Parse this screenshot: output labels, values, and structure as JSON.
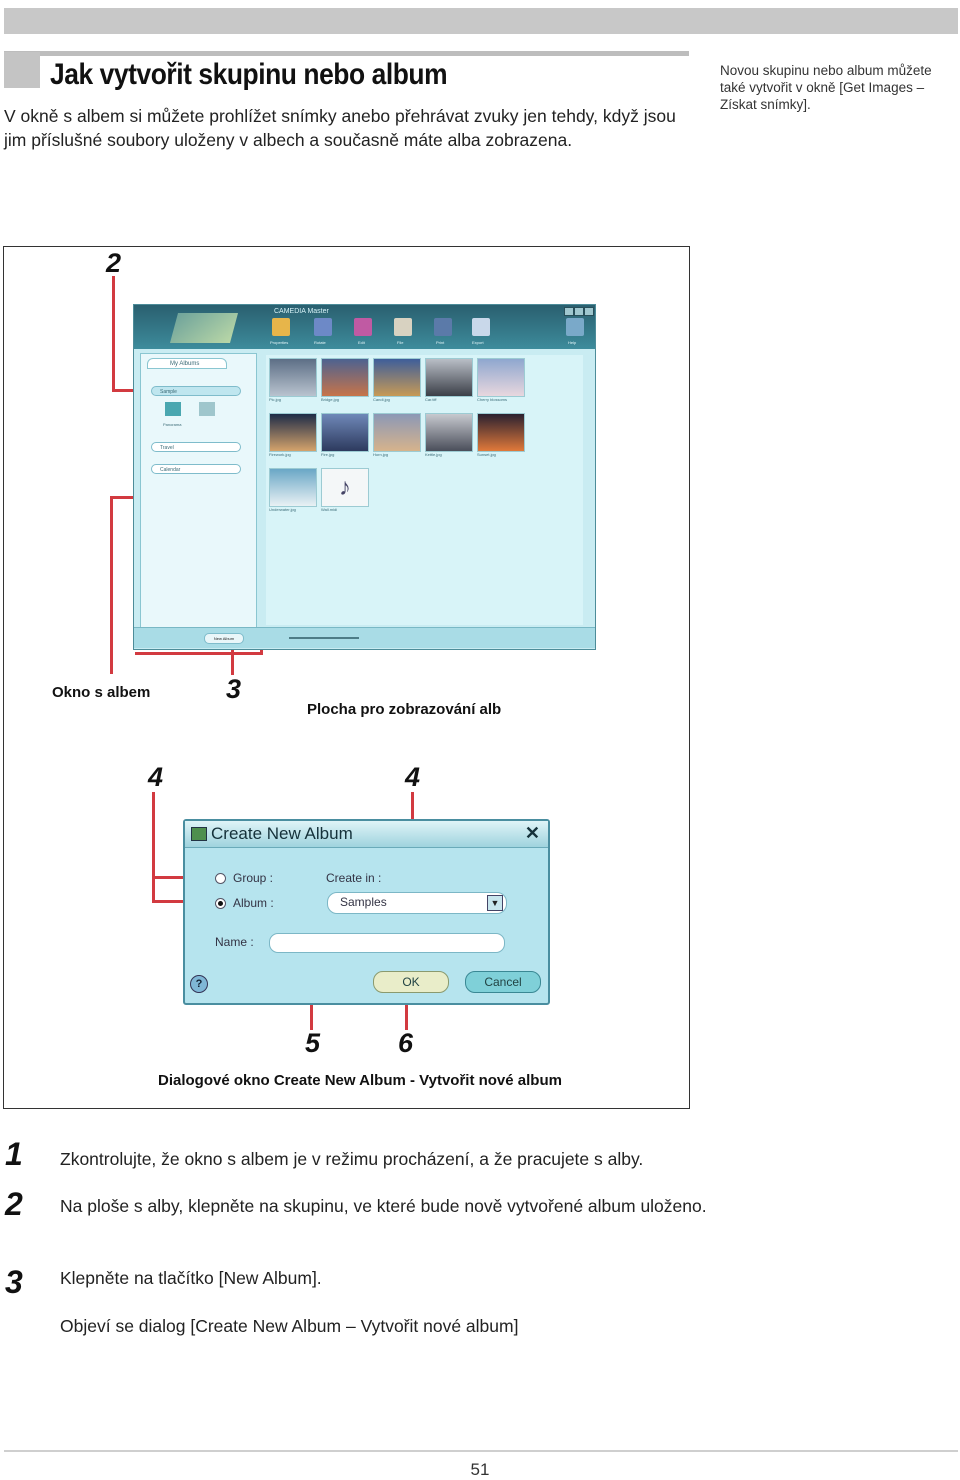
{
  "header": {
    "title": "Jak vytvořit skupinu nebo album",
    "intro": "V okně s albem si můžete prohlížet snímky anebo přehrávat zvuky jen tehdy, když jsou jim příslušné soubory uloženy v albech a současně máte alba zobrazena.",
    "side_note": "Novou skupinu nebo album můžete také vytvořit v okně [Get Images – Získat snímky]."
  },
  "figure": {
    "callouts": [
      "2",
      "3",
      "4",
      "4",
      "5",
      "6"
    ],
    "caption_album_window": "Okno s albem",
    "caption_album_area": "Plocha pro zobrazování alb",
    "caption_dialog": "Dialogové okno Create New Album - Vytvořit nové album",
    "app": {
      "title": "CAMEDIA Master",
      "tools": [
        "Properties",
        "Rotate",
        "Edit",
        "File",
        "Print",
        "Export",
        "Help"
      ],
      "tab": "My Albums",
      "tree": [
        "Sample",
        "Panorama",
        "Travel",
        "Calendar"
      ],
      "new_album": "New Album",
      "thumbs": [
        "Pic.jpg",
        "Bridge.jpg",
        "Candi.jpg",
        "Car.tiff",
        "Cherry blossoms",
        "Firework.jpg",
        "Fire.jpg",
        "Horn.jpg",
        "Kettle.jpg",
        "Sunset.jpg",
        "Underwater.jpg",
        "Wall.midi"
      ]
    },
    "dialog": {
      "title": "Create New Album",
      "group_label": "Group :",
      "album_label": "Album :",
      "create_in_label": "Create in :",
      "create_in_value": "Samples",
      "name_label": "Name :",
      "ok": "OK",
      "cancel": "Cancel",
      "help": "?"
    }
  },
  "steps": [
    {
      "number": "1",
      "text": "Zkontrolujte, že okno s albem je v režimu procházení, a že pracujete s alby."
    },
    {
      "number": "2",
      "text": "Na ploše s alby, klepněte na skupinu, ve které bude nově vytvořené album uloženo."
    },
    {
      "number": "3",
      "text": "Klepněte na tlačítko [New Album]."
    }
  ],
  "step3_note": "Objeví se dialog [Create New Album – Vytvořit nové album]",
  "page_number": "51"
}
